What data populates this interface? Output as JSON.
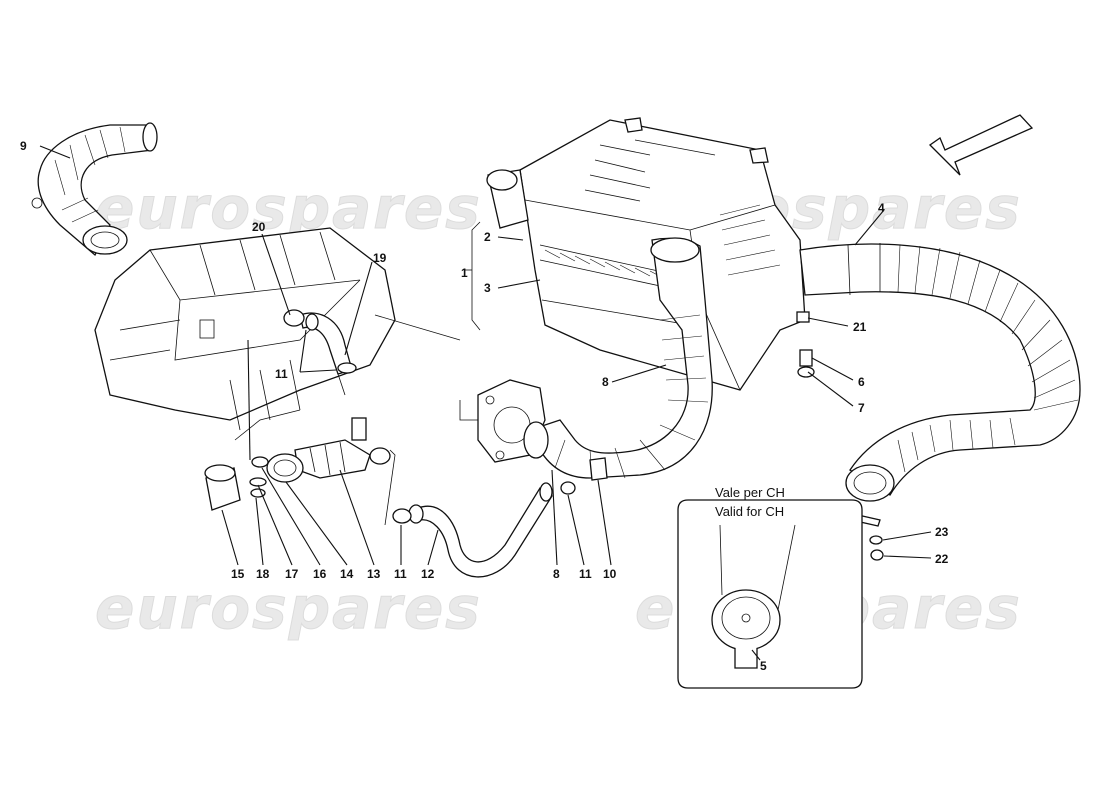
{
  "watermark": "eurospares",
  "inset": {
    "line1": "Vale per CH",
    "line2": "Valid for CH"
  },
  "callouts": {
    "n1": "1",
    "n2": "2",
    "n3": "3",
    "n4": "4",
    "n5": "5",
    "n6": "6",
    "n7": "7",
    "n8a": "8",
    "n8b": "8",
    "n9": "9",
    "n10": "10",
    "n11a": "11",
    "n11b": "11",
    "n11c": "11",
    "n12": "12",
    "n13": "13",
    "n14": "14",
    "n15": "15",
    "n16": "16",
    "n17": "17",
    "n18": "18",
    "n19": "19",
    "n20": "20",
    "n21": "21",
    "n22": "22",
    "n23": "23"
  },
  "icons": {
    "direction": "arrow-icon"
  }
}
